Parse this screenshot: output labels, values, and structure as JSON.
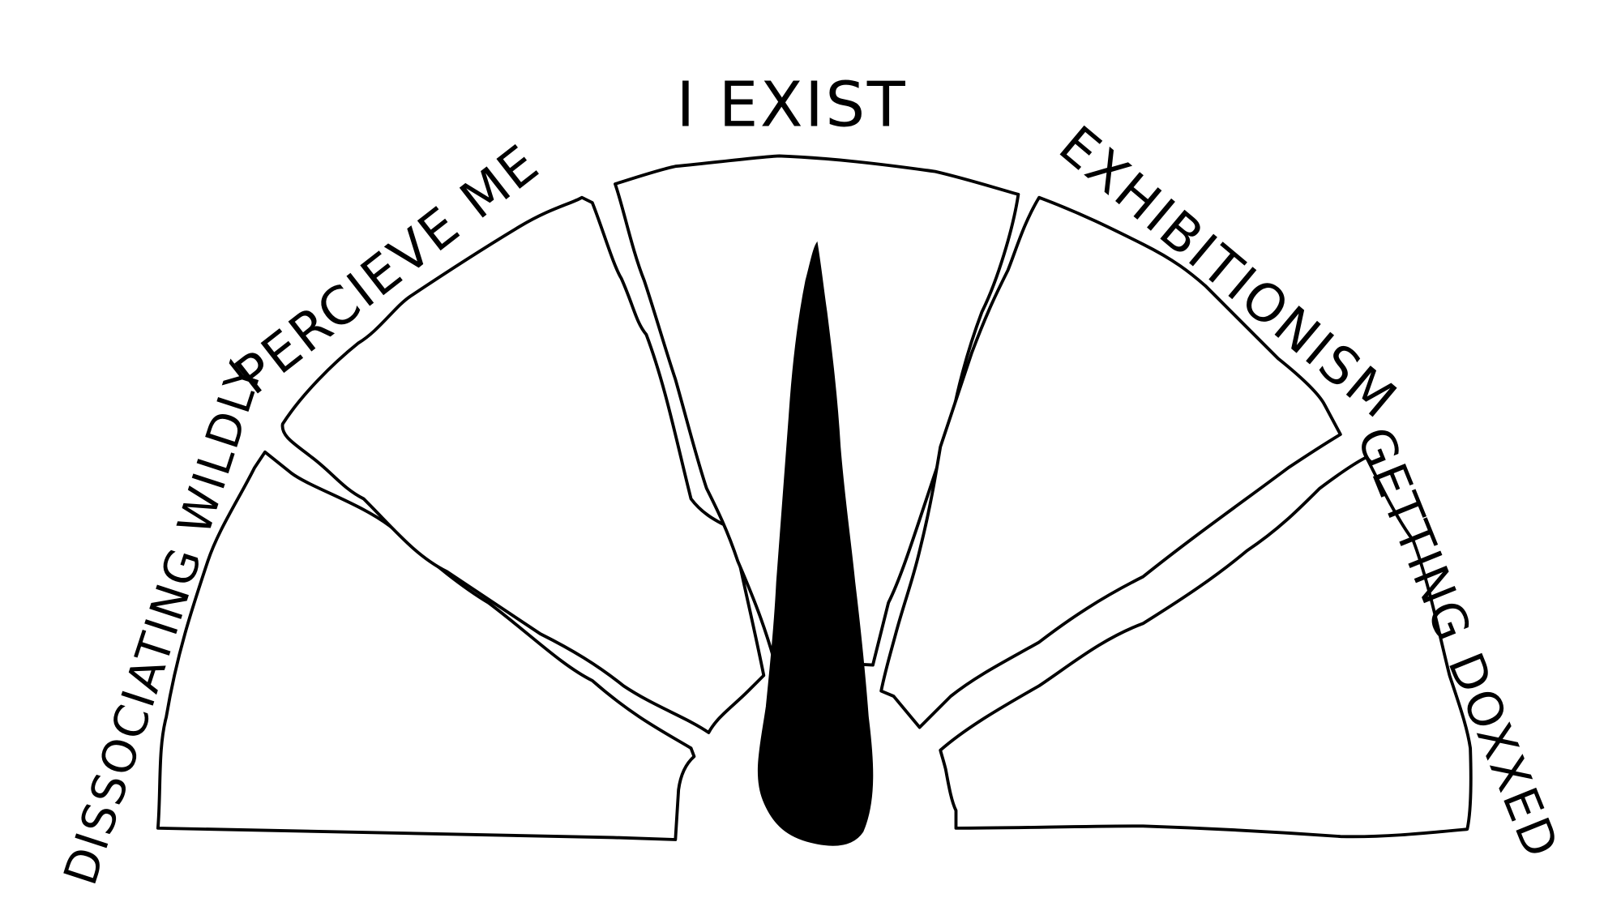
{
  "meter": {
    "labels": {
      "dissociating": "DISSOCIATING WILDLY",
      "perceive": "PERCIEVE ME",
      "exist": "I EXIST",
      "exhibitionism": "EXHIBITIONISM",
      "doxxed": "GETTING DOXXED"
    },
    "needle_points_to": "I EXIST",
    "colors": {
      "line": "#000000",
      "background": "#ffffff",
      "needle": "#000000"
    }
  }
}
